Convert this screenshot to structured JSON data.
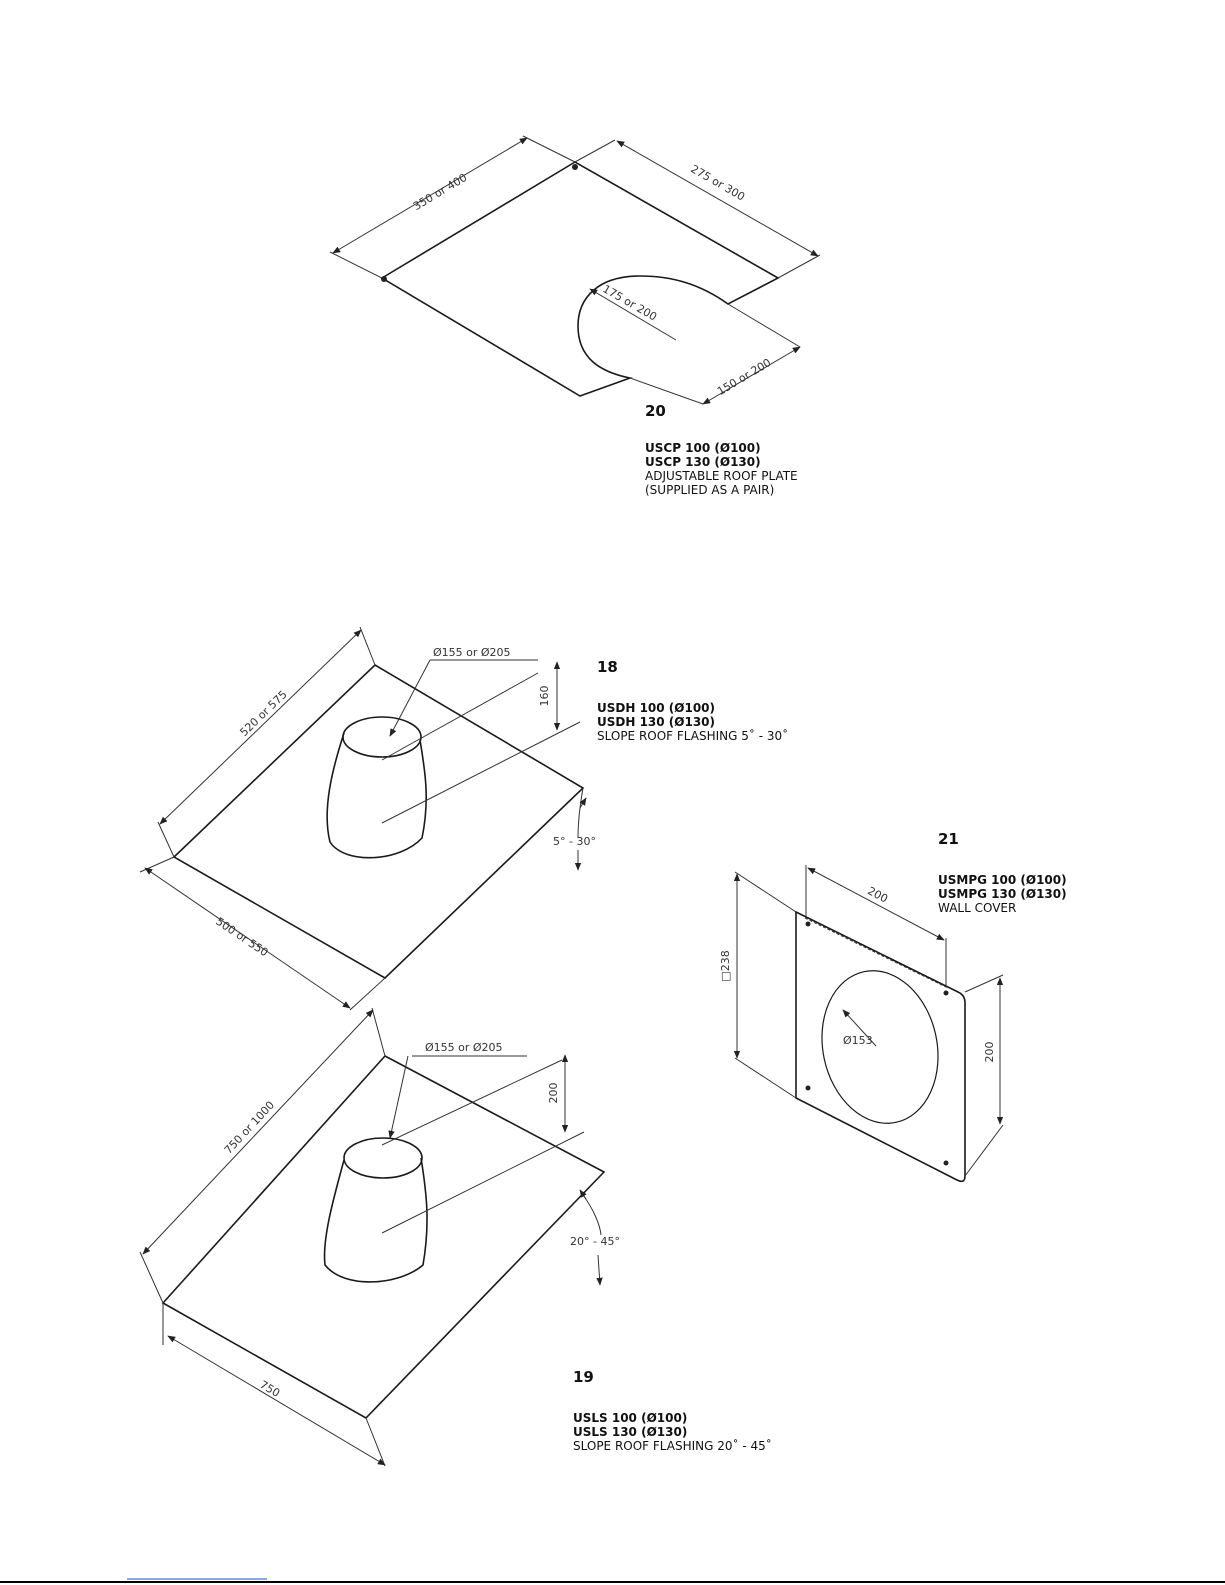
{
  "items": [
    {
      "number": "20",
      "line1": "USCP 100 (Ø100)",
      "line2": "USCP 130 (Ø130)",
      "line3": "ADJUSTABLE ROOF PLATE",
      "line4": "(SUPPLIED AS A PAIR)",
      "dims": [
        "350 or 400",
        "275 or 300",
        "175 or 200",
        "150 or 200"
      ]
    },
    {
      "number": "18",
      "line1": "USDH 100 (Ø100)",
      "line2": "USDH 130 (Ø130)",
      "line3": "SLOPE ROOF FLASHING 5˚ - 30˚",
      "dims": [
        "Ø155 or Ø205",
        "160",
        "520 or 575",
        "500 or 550",
        "5° - 30°"
      ]
    },
    {
      "number": "21",
      "line1": "USMPG 100 (Ø100)",
      "line2": "USMPG 130 (Ø130)",
      "line3": "WALL COVER",
      "dims": [
        "200",
        "□238",
        "Ø153",
        "200"
      ]
    },
    {
      "number": "19",
      "line1": "USLS 100 (Ø100)",
      "line2": "USLS 130 (Ø130)",
      "line3": "SLOPE ROOF FLASHING 20˚ - 45˚",
      "dims": [
        "Ø155 or Ø205",
        "200",
        "750 or 1000",
        "750",
        "20° - 45°"
      ]
    }
  ]
}
